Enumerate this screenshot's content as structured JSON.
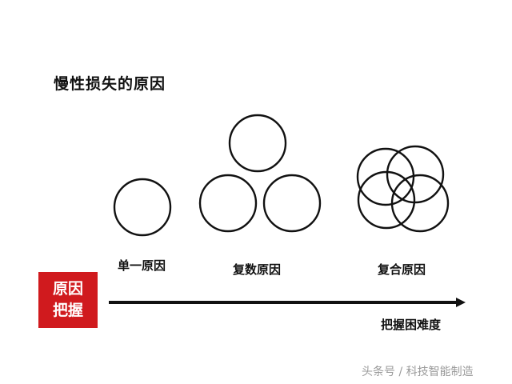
{
  "title": "慢性损失的原因",
  "groups": [
    {
      "label": "单一原因"
    },
    {
      "label": "复数原因"
    },
    {
      "label": "复合原因"
    }
  ],
  "badge": {
    "line1": "原因",
    "line2": "把握"
  },
  "axis": {
    "label": "把握困难度"
  },
  "watermark": "头条号 / 科技智能制造",
  "colors": {
    "accent": "#d01a1e",
    "stroke": "#111111",
    "watermark": "#9a9a9a"
  }
}
